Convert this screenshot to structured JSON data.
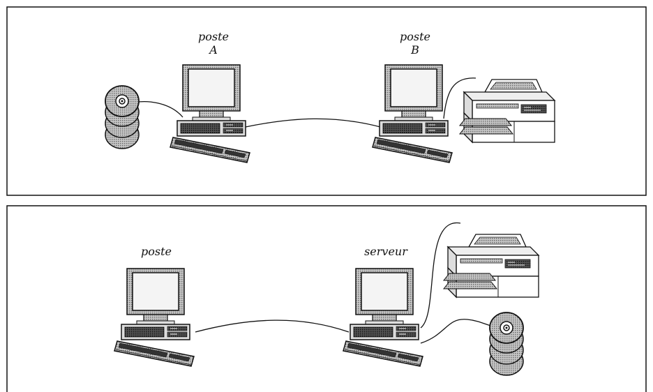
{
  "panel_top": {
    "workstation_a": {
      "line1": "poste",
      "line2": "A"
    },
    "workstation_b": {
      "line1": "poste",
      "line2": "B"
    }
  },
  "panel_bottom": {
    "workstation": {
      "label": "poste"
    },
    "server": {
      "label": "serveur"
    }
  },
  "colors": {
    "line": "#111111",
    "screen_bezel": "#9a9a9a",
    "screen": "#f2f2f2",
    "disk": "#8c8c8c",
    "keyboard": "#b8b8b8"
  }
}
